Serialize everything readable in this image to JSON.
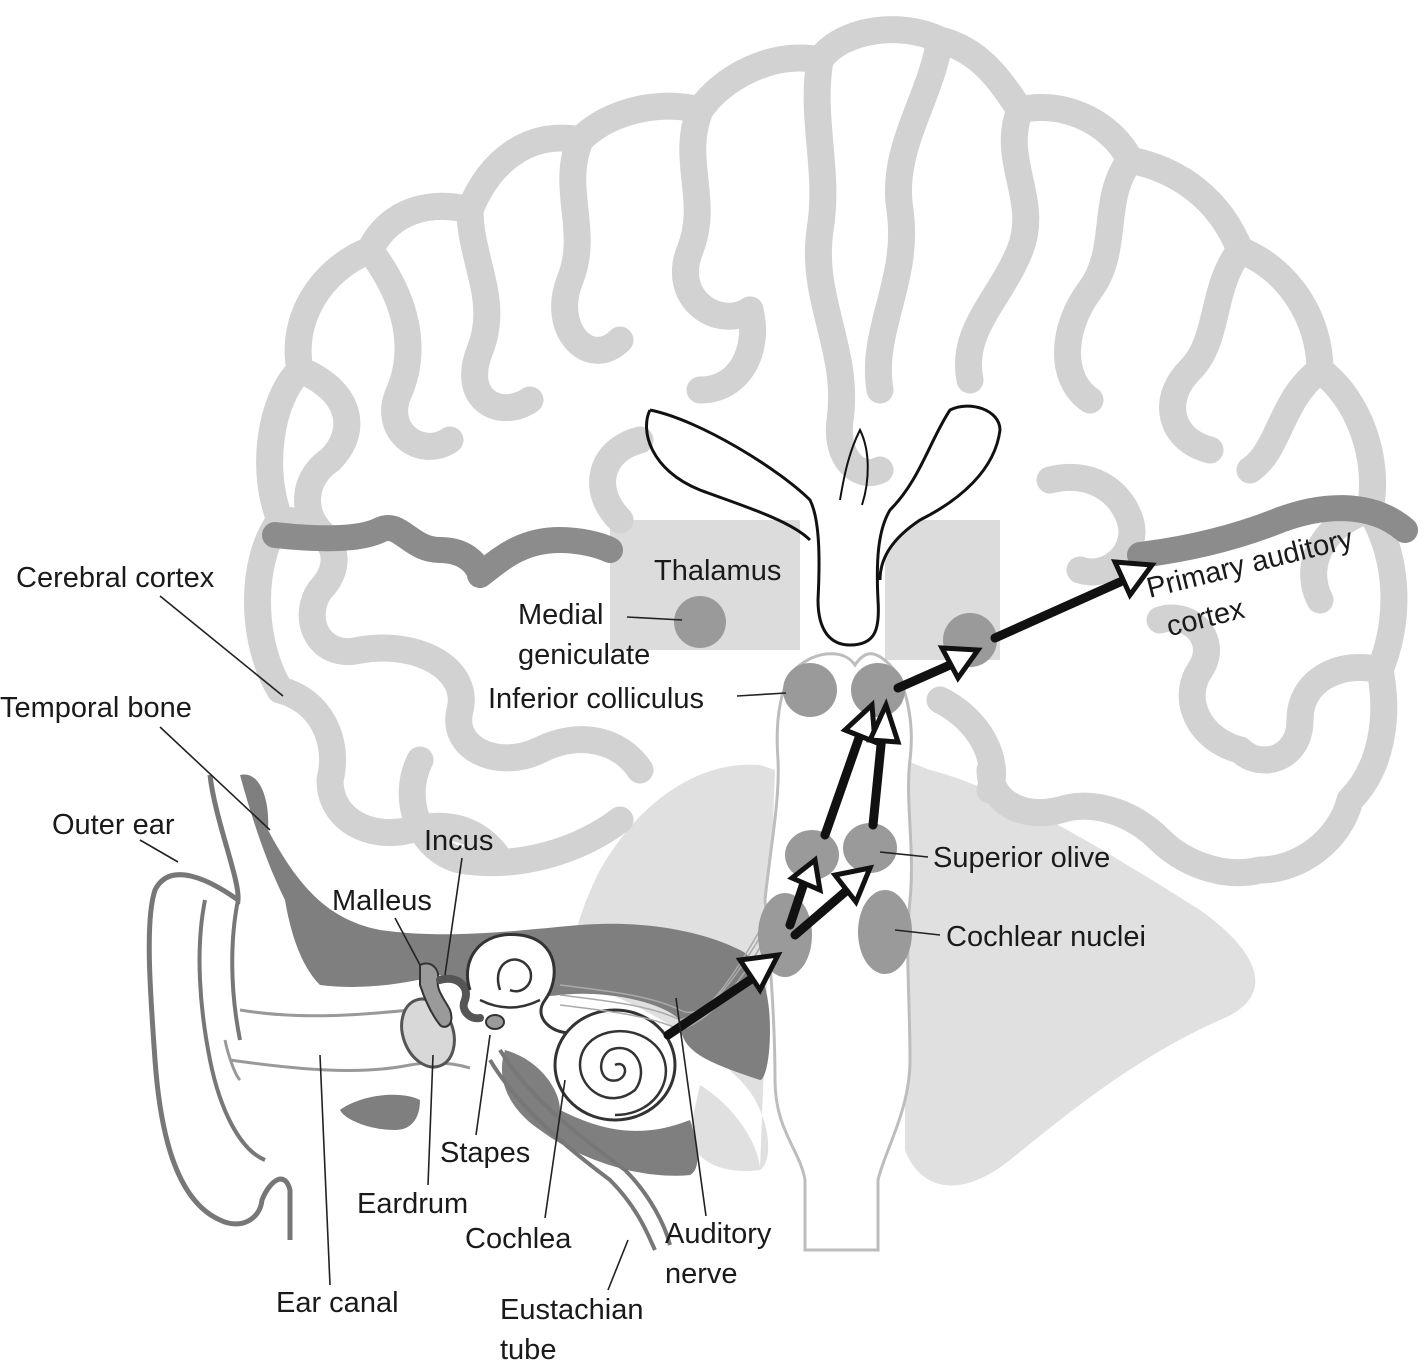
{
  "labels": {
    "cerebral_cortex": "Cerebral cortex",
    "temporal_bone": "Temporal bone",
    "outer_ear": "Outer ear",
    "incus": "Incus",
    "malleus": "Malleus",
    "thalamus": "Thalamus",
    "medial_geniculate_1": "Medial",
    "medial_geniculate_2": "geniculate",
    "inferior_colliculus": "Inferior colliculus",
    "primary_auditory_1": "Primary auditory",
    "primary_auditory_2": "cortex",
    "superior_olive": "Superior olive",
    "cochlear_nuclei": "Cochlear nuclei",
    "stapes": "Stapes",
    "eardrum": "Eardrum",
    "cochlea": "Cochlea",
    "auditory_nerve_1": "Auditory",
    "auditory_nerve_2": "nerve",
    "ear_canal": "Ear canal",
    "eustachian_1": "Eustachian",
    "eustachian_2": "tube"
  },
  "colors": {
    "cortex_light": "#d2d2d2",
    "cortex_dark": "#8c8c8c",
    "bone": "#7f7f7f",
    "nucleus": "#9a9a9a",
    "pathway": "#111111"
  }
}
